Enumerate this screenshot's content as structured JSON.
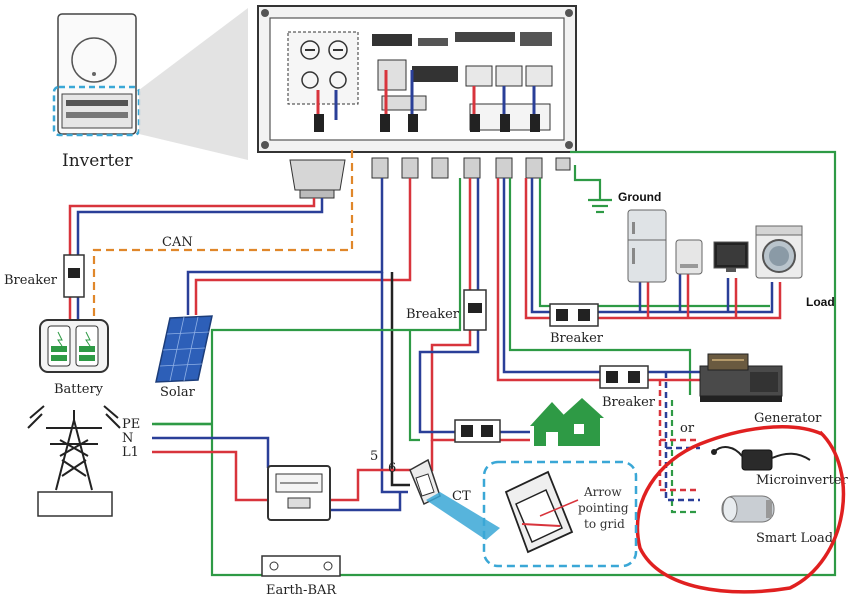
{
  "colors": {
    "red_wire": "#d8343c",
    "blue_wire": "#2a3f98",
    "green_wire": "#2e9a45",
    "black_wire": "#222222",
    "orange_can": "#e0872a",
    "highlight_circle": "#e02020",
    "dashed_box": "#3aa7d6"
  },
  "labels": {
    "inverter": "Inverter",
    "ground": "Ground",
    "can": "CAN",
    "breaker_battery": "Breaker",
    "battery": "Battery",
    "solar": "Solar",
    "breaker_mid": "Breaker",
    "breaker_load": "Breaker",
    "load": "Load",
    "breaker_gen": "Breaker",
    "generator": "Generator",
    "or": "or",
    "microinverter": "Microinverter",
    "smart_load": "Smart Load",
    "pe": "PE",
    "n": "N",
    "l1": "L1",
    "num5": "5",
    "num6": "6",
    "ct": "CT",
    "arrow_note_1": "Arrow",
    "arrow_note_2": "pointing",
    "arrow_note_3": "to grid",
    "earth_bar": "Earth-BAR"
  }
}
